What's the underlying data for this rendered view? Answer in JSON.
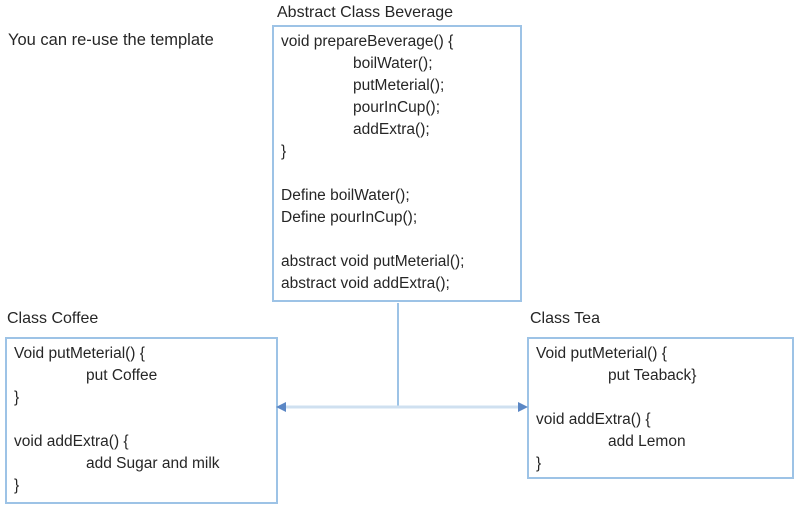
{
  "note": "You can re-use the template",
  "colors": {
    "box_border": "#9dc3e6",
    "connector_line": "#cfe0f0",
    "arrowhead": "#5b87c5",
    "text": "#262626"
  },
  "beverage": {
    "title": "Abstract Class Beverage",
    "lines": [
      "void prepareBeverage() {",
      "boilWater();",
      "putMeterial();",
      "pourInCup();",
      "addExtra();",
      "}",
      "",
      "Define boilWater();",
      "Define pourInCup();",
      "",
      "abstract void putMeterial();",
      "abstract void addExtra();"
    ]
  },
  "coffee": {
    "title": "Class Coffee",
    "lines": [
      "Void putMeterial() {",
      "put Coffee",
      "}",
      "",
      "void addExtra() {",
      "add Sugar and milk",
      "}"
    ]
  },
  "tea": {
    "title": "Class Tea",
    "lines": [
      "Void putMeterial() {",
      "put Teaback}",
      "",
      "void addExtra() {",
      "add Lemon",
      "}"
    ]
  }
}
